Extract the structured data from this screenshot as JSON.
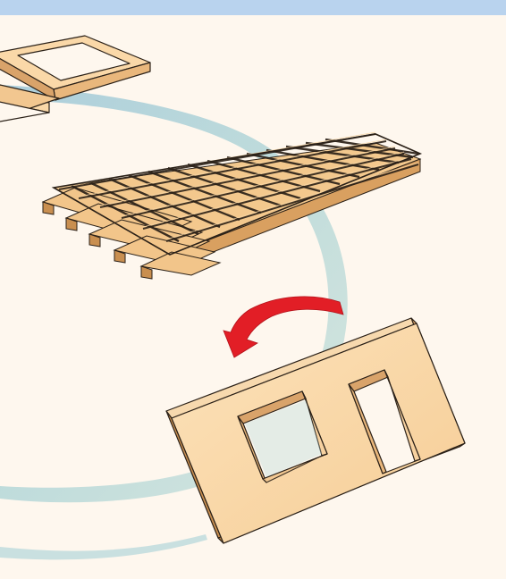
{
  "diagram": {
    "components": [
      {
        "name": "wall-frame",
        "description": ""
      },
      {
        "name": "floor-joist-grid",
        "description": ""
      },
      {
        "name": "wall-panel-with-openings",
        "description": ""
      }
    ],
    "arrow": {
      "color": "#E21E26",
      "meaning": "rotate"
    },
    "colors": {
      "background": "#FEF7EE",
      "top_band": "#B9D3EE",
      "swirl": "#A9CDD6",
      "wood_light": "#FAD8A8",
      "wood_mid": "#E9B77C",
      "wood_dark": "#C98F50",
      "outline": "#2B2118",
      "arrow": "#E21E26"
    }
  }
}
